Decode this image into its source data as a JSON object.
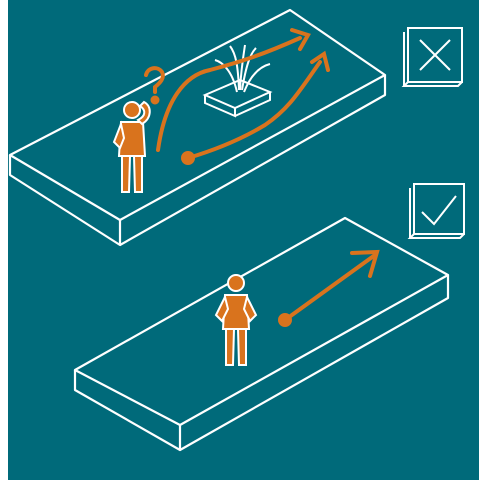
{
  "colors": {
    "background": "#006A7A",
    "outline": "#FFFFFF",
    "figure": "#D9731D",
    "margin": "#FFFFFF"
  },
  "icons": {
    "top_checkbox": "cross-icon",
    "bottom_checkbox": "check-icon"
  },
  "panels": [
    {
      "name": "wrong-way",
      "marker": "cross",
      "path_type": "wandering"
    },
    {
      "name": "right-way",
      "marker": "check",
      "path_type": "straight"
    }
  ]
}
